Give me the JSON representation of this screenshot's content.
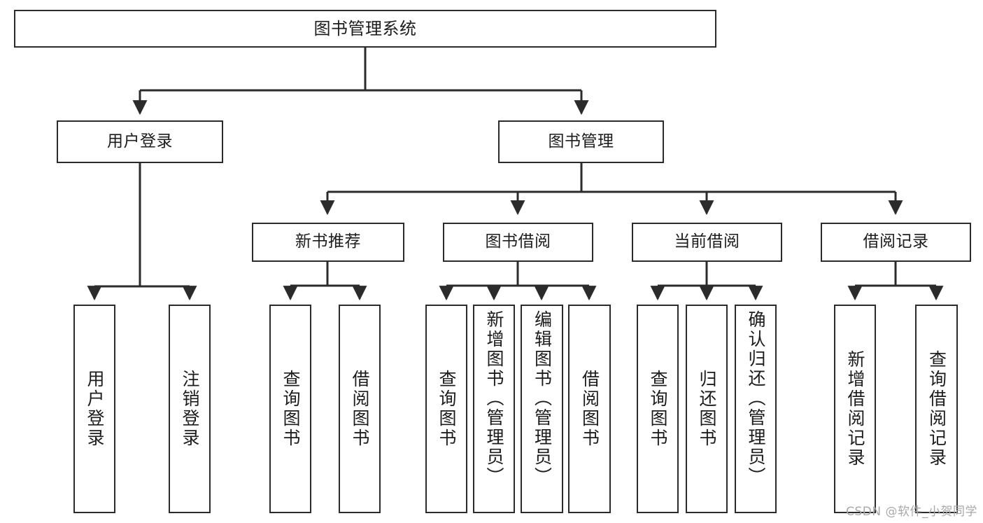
{
  "diagram": {
    "title": "图书管理系统",
    "type": "tree-hierarchy-diagram",
    "colors": {
      "box_border": "#2b2b2b",
      "box_fill": "#ffffff",
      "connector": "#2b2b2b",
      "text": "#1c1c1c",
      "watermark": "#a9a9a9"
    },
    "root": {
      "label": "图书管理系统"
    },
    "level2": [
      {
        "label": "用户登录"
      },
      {
        "label": "图书管理"
      }
    ],
    "level3": [
      {
        "label": "新书推荐"
      },
      {
        "label": "图书借阅"
      },
      {
        "label": "当前借阅"
      },
      {
        "label": "借阅记录"
      }
    ],
    "leaves": {
      "user_login": [
        {
          "label": "用户登录"
        },
        {
          "label": "注销登录"
        }
      ],
      "new_book_recommend": [
        {
          "label": "查询图书"
        },
        {
          "label": "借阅图书"
        }
      ],
      "book_borrow": [
        {
          "label": "查询图书"
        },
        {
          "label": "新增图书（管理员）"
        },
        {
          "label": "编辑图书（管理员）"
        },
        {
          "label": "借阅图书"
        }
      ],
      "current_borrow": [
        {
          "label": "查询图书"
        },
        {
          "label": "归还图书"
        },
        {
          "label": "确认归还（管理员）"
        }
      ],
      "borrow_record": [
        {
          "label": "新增借阅记录"
        },
        {
          "label": "查询借阅记录"
        }
      ]
    }
  },
  "watermark": {
    "text": "CSDN @软件_小贺同学"
  }
}
